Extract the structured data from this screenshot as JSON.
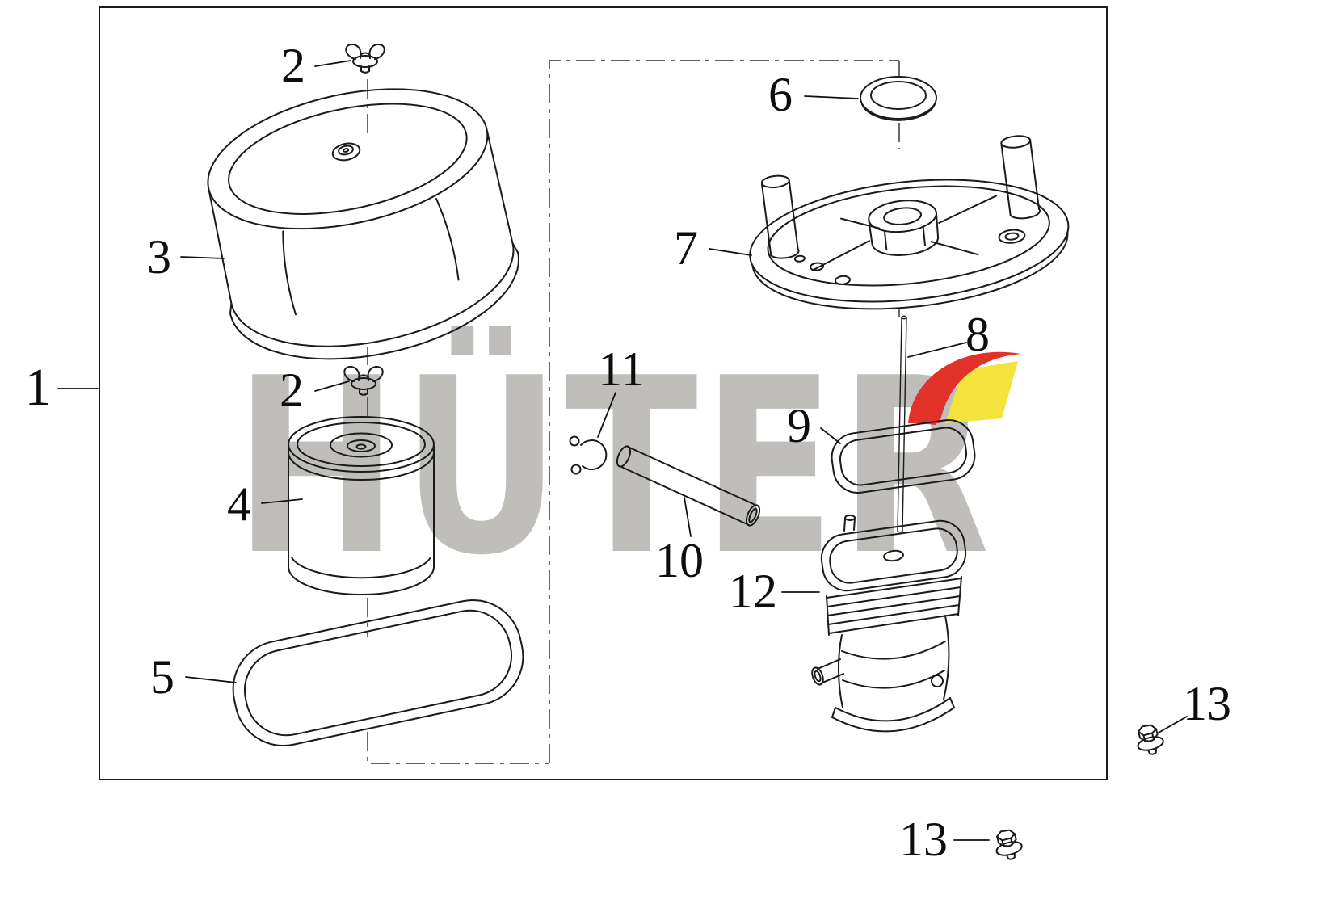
{
  "diagram": {
    "watermark_text": "HÜTER",
    "brand_colors": {
      "red": "#e23129",
      "yellow": "#f3e33c",
      "watermark_gray": "#b5b3b0"
    }
  },
  "callouts": [
    {
      "label": "1"
    },
    {
      "label": "2"
    },
    {
      "label": "2"
    },
    {
      "label": "3"
    },
    {
      "label": "4"
    },
    {
      "label": "5"
    },
    {
      "label": "6"
    },
    {
      "label": "7"
    },
    {
      "label": "8"
    },
    {
      "label": "9"
    },
    {
      "label": "10"
    },
    {
      "label": "11"
    },
    {
      "label": "12"
    },
    {
      "label": "13"
    },
    {
      "label": "13"
    }
  ]
}
